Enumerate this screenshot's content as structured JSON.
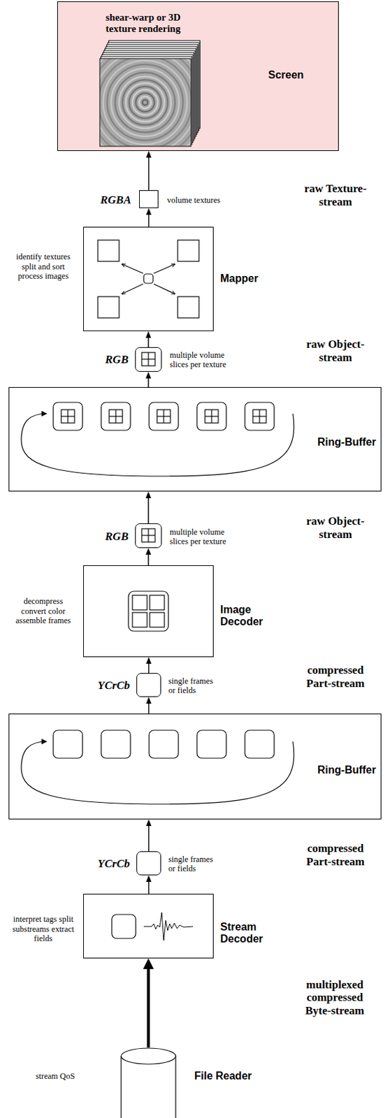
{
  "diagram": {
    "nodes": [
      {
        "text": [
          "shear-warp or 3D texture rendering",
          "Screen"
        ]
      },
      {
        "text": [
          "RGBA",
          "volume textures",
          "raw Texture-stream"
        ]
      },
      {
        "text": [
          "identify textures split and sort process images",
          "Mapper"
        ]
      },
      {
        "text": [
          "RGB",
          "multiple volume slices per texture",
          "raw Object-stream"
        ]
      },
      {
        "text": [
          "Ring-Buffer"
        ]
      },
      {
        "text": [
          "RGB",
          "multiple volume slices per texture",
          "raw Object-stream"
        ]
      },
      {
        "text": [
          "decompress convert color assemble frames",
          "Image Decoder"
        ]
      },
      {
        "text": [
          "YCrCb",
          "single frames or fields",
          "compressed Part-stream"
        ]
      },
      {
        "text": [
          "Ring-Buffer"
        ]
      },
      {
        "text": [
          "YCrCb",
          "single frames or fields",
          "compressed Part-stream"
        ]
      },
      {
        "text": [
          "interpret tags split substreams extract fields",
          "Stream Decoder"
        ]
      },
      {
        "text": [
          "stream QoS",
          "File Reader"
        ]
      }
    ],
    "edges": [
      {
        "from": 11,
        "to": 10,
        "arrow": "to",
        "label": "multiplexed compressed Byte-stream"
      },
      {
        "from": 10,
        "to": 9,
        "arrow": "to"
      },
      {
        "from": 9,
        "to": 8,
        "arrow": "to"
      },
      {
        "from": 8,
        "to": 7,
        "arrow": "to"
      },
      {
        "from": 7,
        "to": 6,
        "arrow": "to"
      },
      {
        "from": 6,
        "to": 5,
        "arrow": "to"
      },
      {
        "from": 5,
        "to": 4,
        "arrow": "to"
      },
      {
        "from": 4,
        "to": 3,
        "arrow": "to"
      },
      {
        "from": 3,
        "to": 2,
        "arrow": "to"
      },
      {
        "from": 2,
        "to": 1,
        "arrow": "to"
      },
      {
        "from": 1,
        "to": 0,
        "arrow": "to"
      }
    ]
  }
}
